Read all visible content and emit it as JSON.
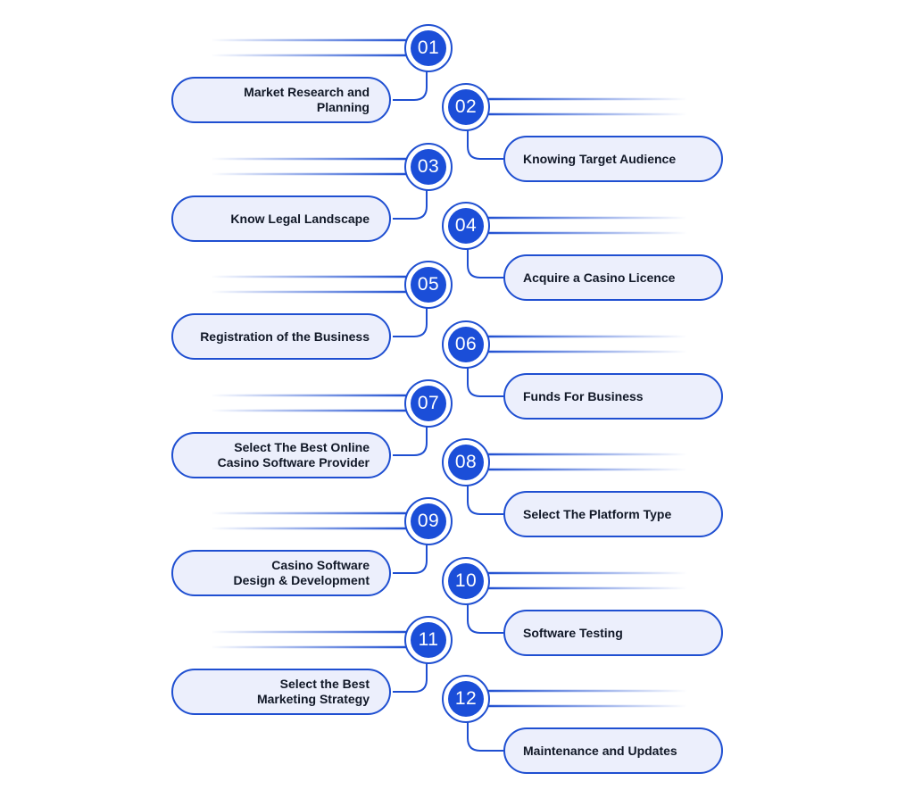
{
  "steps": [
    {
      "num": "01",
      "label": "Market Research and Planning"
    },
    {
      "num": "02",
      "label": "Knowing Target Audience"
    },
    {
      "num": "03",
      "label": "Know Legal Landscape"
    },
    {
      "num": "04",
      "label": "Acquire a Casino Licence"
    },
    {
      "num": "05",
      "label": "Registration of the Business"
    },
    {
      "num": "06",
      "label": "Funds For Business"
    },
    {
      "num": "07",
      "label": "Select The Best Online\nCasino Software Provider"
    },
    {
      "num": "08",
      "label": "Select The Platform Type"
    },
    {
      "num": "09",
      "label": "Casino Software\nDesign & Development"
    },
    {
      "num": "10",
      "label": "Software Testing"
    },
    {
      "num": "11",
      "label": "Select the Best\nMarketing Strategy"
    },
    {
      "num": "12",
      "label": "Maintenance and Updates"
    }
  ],
  "colors": {
    "accent": "#1b4ed8",
    "border": "#1f4fd1",
    "pill_fill": "#eceffc",
    "text": "#111827"
  }
}
